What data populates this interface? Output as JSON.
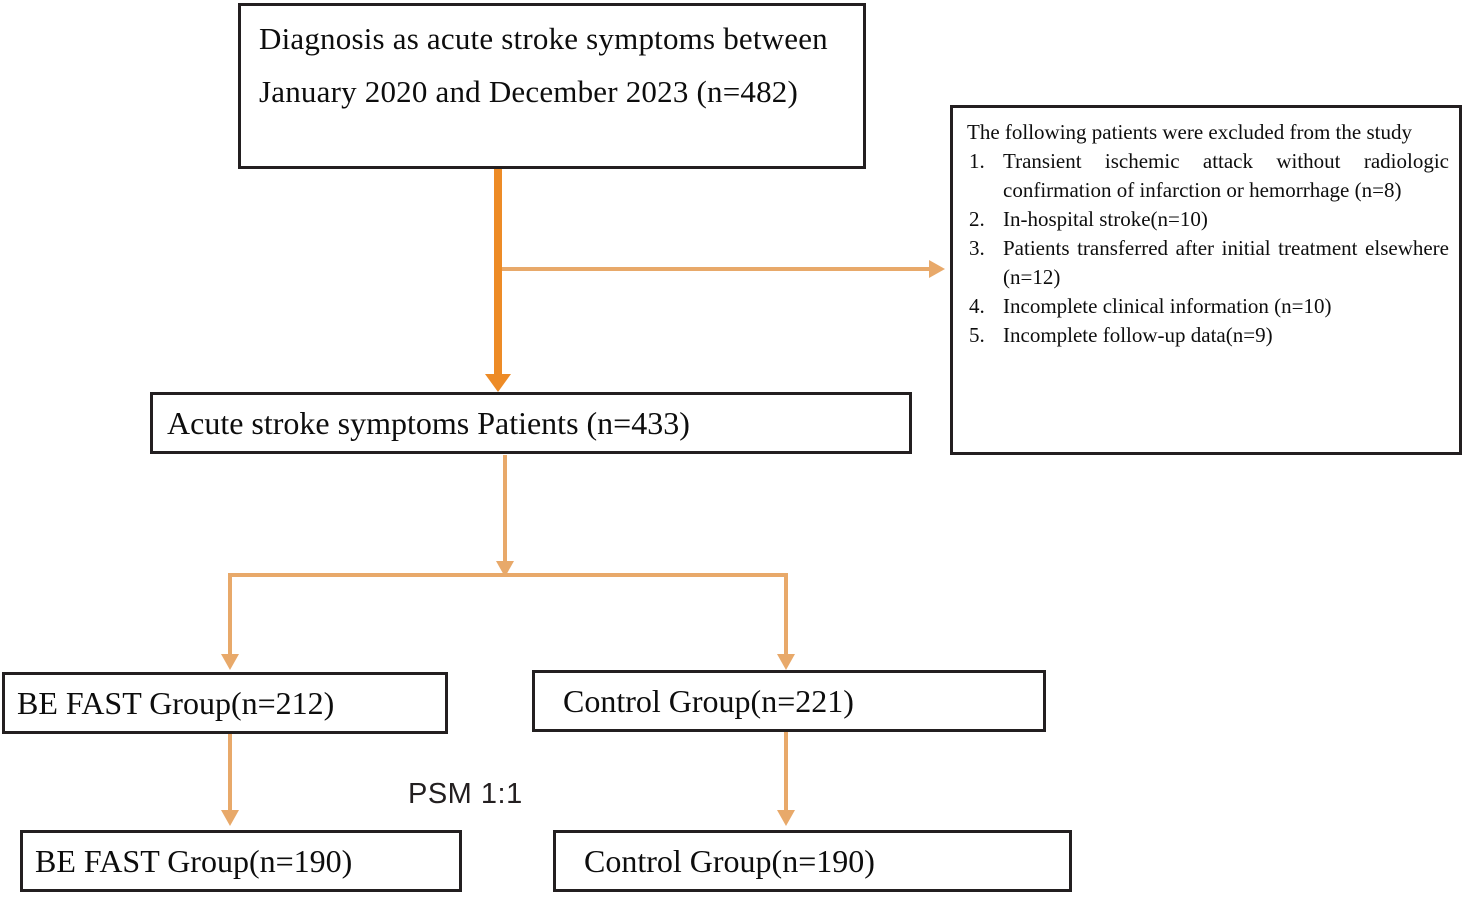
{
  "diagram": {
    "type": "flowchart",
    "title": "Study patient selection flowchart",
    "colors": {
      "box_border": "#231f20",
      "arrow_thick": "#ed8b26",
      "arrow_thin": "#e8a96a",
      "text": "#0d0d0d",
      "background": "#ffffff"
    },
    "nodes": {
      "diagnosis": "Diagnosis as acute stroke symptoms between January 2020 and December 2023 (n=482)",
      "acute_patients": "Acute stroke symptoms Patients (n=433)",
      "befast_212": "BE FAST Group(n=212)",
      "control_221": "Control Group(n=221)",
      "befast_190": "BE FAST Group(n=190)",
      "control_190": "Control Group(n=190)"
    },
    "exclusions": {
      "heading": "The following patients were excluded from the study",
      "items": [
        "Transient ischemic attack without radiologic confirmation of infarction or hemorrhage (n=8)",
        "In-hospital stroke(n=10)",
        "Patients transferred after initial treatment elsewhere (n=12)",
        "Incomplete clinical information (n=10)",
        "Incomplete follow-up data(n=9)"
      ]
    },
    "annotations": {
      "psm": "PSM 1:1"
    }
  }
}
